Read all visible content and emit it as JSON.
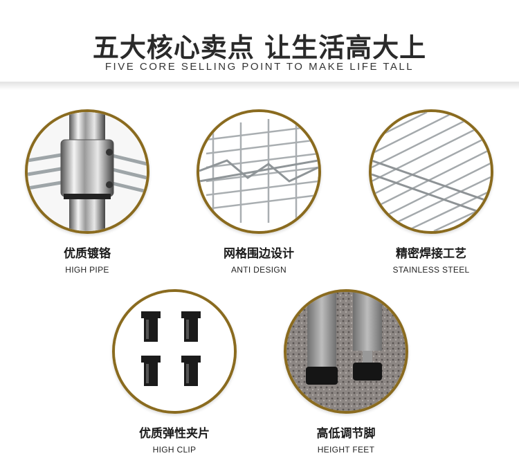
{
  "header": {
    "title": "五大核心卖点 让生活高大上",
    "subtitle": "FIVE CORE SELLING POINT TO MAKE LIFE TALL"
  },
  "features": [
    {
      "cn": "优质镀铬",
      "en": "HIGH PIPE",
      "icon": "chrome-pipe-image"
    },
    {
      "cn": "网格围边设计",
      "en": "ANTI  DESIGN",
      "icon": "wire-grid-edge-image"
    },
    {
      "cn": "精密焊接工艺",
      "en": "STAINLESS STEEL",
      "icon": "welded-grid-image"
    },
    {
      "cn": "优质弹性夹片",
      "en": "HIGH CLIP",
      "icon": "plastic-clips-image"
    },
    {
      "cn": "高低调节脚",
      "en": "HEIGHT FEET",
      "icon": "adjustable-feet-image"
    }
  ],
  "colors": {
    "ring": "#8a6b1f",
    "ring_highlight": "#c9a94f",
    "text": "#222222"
  }
}
